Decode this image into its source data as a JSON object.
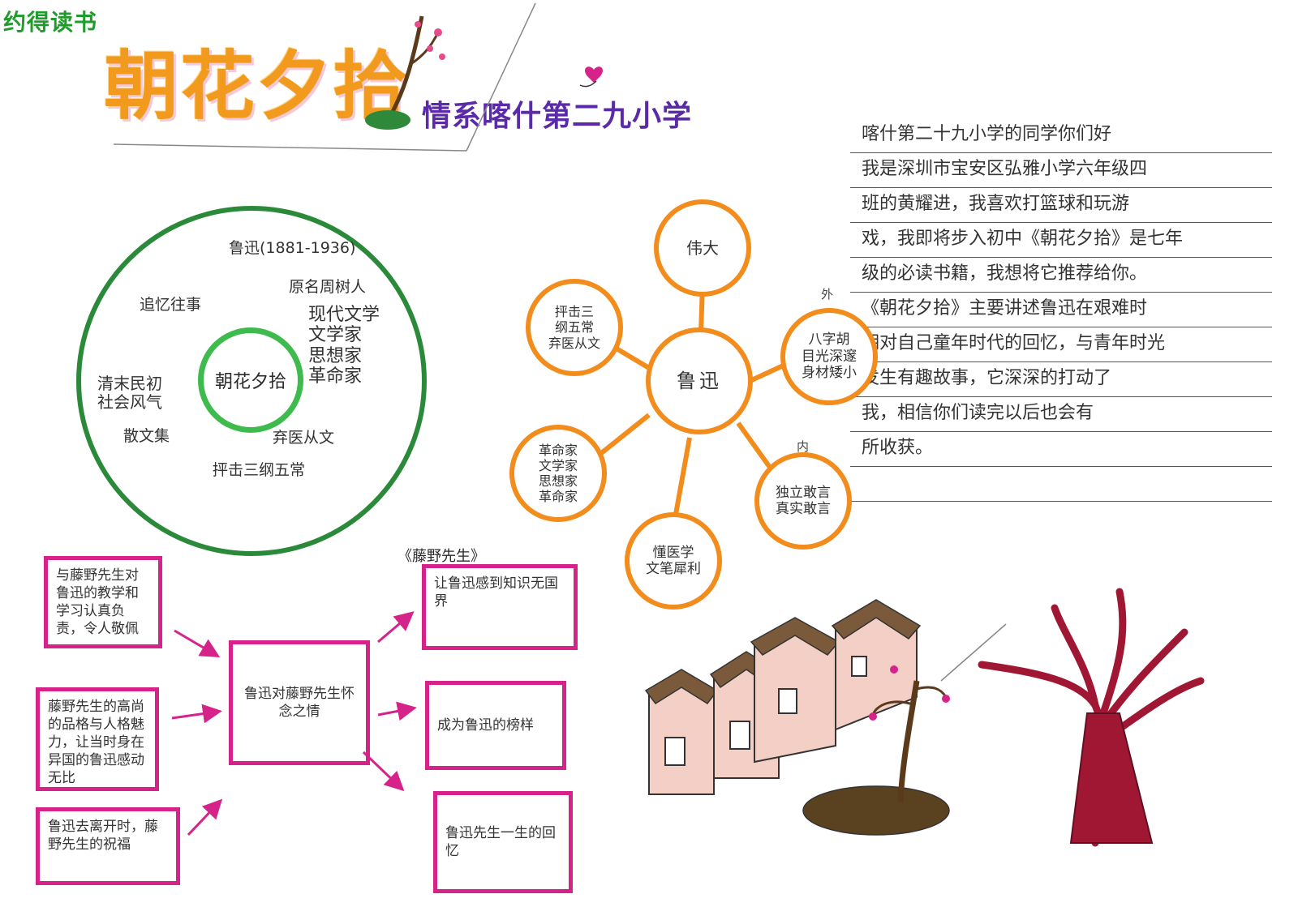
{
  "header": {
    "brand": "约得读书",
    "title": "朝花夕拾",
    "subtitle": "情系喀什第二九小学"
  },
  "letter": {
    "lines": [
      "喀什第二十九小学的同学你们好",
      "我是深圳市宝安区弘雅小学六年级四",
      "班的黄耀进，我喜欢打篮球和玩游",
      "戏，我即将步入初中《朝花夕拾》是七年",
      "级的必读书籍，我想将它推荐给你。",
      "《朝花夕拾》主要讲述鲁迅在艰难时",
      "期对自己童年时代的回忆，与青年时光",
      "发生有趣故事，它深深的打动了",
      "我，相信你们读完以后也会有",
      "所收获。",
      ""
    ]
  },
  "circle": {
    "center": "朝花夕拾",
    "author": "鲁迅(1881-1936)",
    "orig_name": "原名周树人",
    "roles": "现代文学\n文学家\n思想家\n革命家",
    "memoir": "追忆往事",
    "era": "清末民初\n社会风气",
    "genre": "散文集",
    "anti_feudal": "弃医从文",
    "against": "抨击三纲五常"
  },
  "mindmap": {
    "center": "鲁迅",
    "nodes": [
      "伟大",
      "八字胡\n目光深邃\n身材矮小",
      "独立敢言\n真实敢言",
      "懂医学\n文笔犀利",
      "革命家\n文学家\n思想家\n革命家",
      "抨击三\n纲五常\n弃医从文"
    ],
    "notes": [
      "外",
      "内"
    ]
  },
  "flow": {
    "heading": "《藤野先生》",
    "left": [
      "与藤野先生对鲁迅的教学和学习认真负责，令人敬佩",
      "藤野先生的高尚的品格与人格魅力，让当时身在异国的鲁迅感动无比",
      "鲁迅去离开时，藤野先生的祝福"
    ],
    "middle": "鲁迅对藤野先生怀念之情",
    "right": [
      "让鲁迅感到知识无国界",
      "成为鲁迅的榜样",
      "鲁迅先生一生的回忆"
    ]
  },
  "colors": {
    "green": "#2a8a3a",
    "orange": "#f28c1c",
    "pink": "#d6238a",
    "title_orange": "#f29a1e",
    "purple": "#5b2aa8",
    "house_pink": "#f4cfc6",
    "tree_red": "#a01733"
  }
}
